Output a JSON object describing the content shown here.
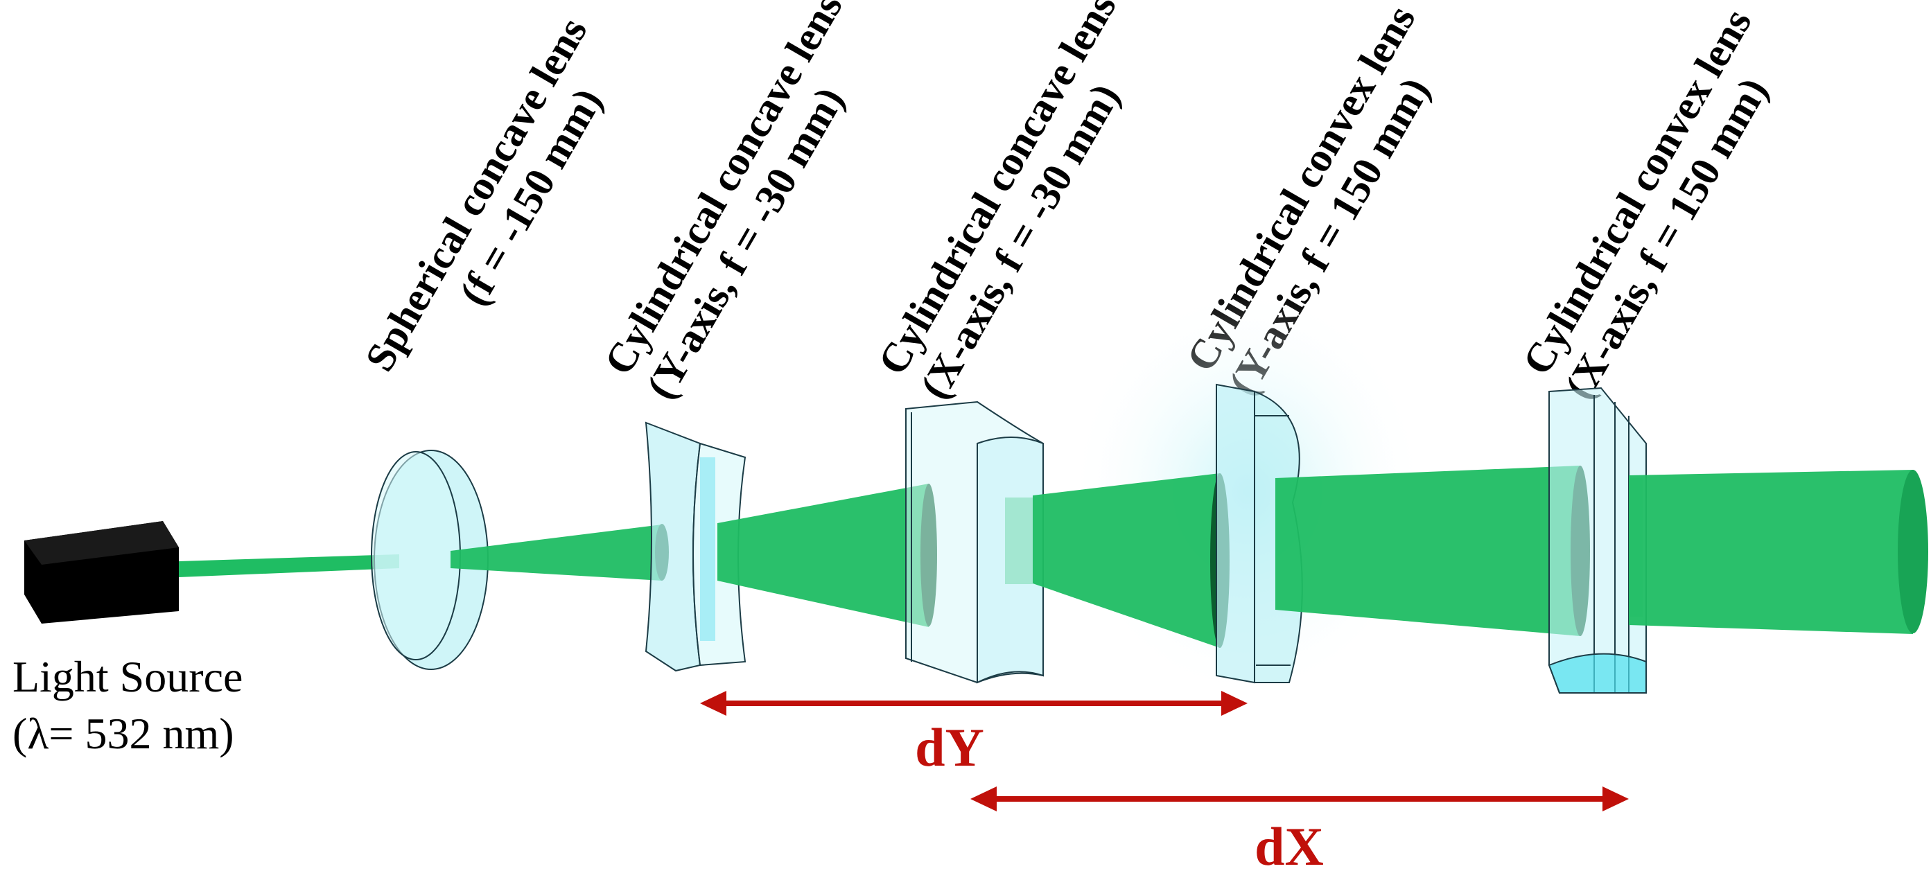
{
  "colors": {
    "beam": "#1fbd63",
    "beam_dark": "#0f8a44",
    "beam_edge": "#0b5e2e",
    "lens_fill": "#bff1f6",
    "lens_edge": "#1c3c46",
    "arrow": "#c0100a",
    "source": "#000000"
  },
  "light_source": {
    "name": "Light Source",
    "wavelength": "(λ= 532 nm)"
  },
  "lenses": [
    {
      "line1": "Spherical concave lens",
      "line2": "(f = -150 mm)"
    },
    {
      "line1": "Cylindrical concave lens",
      "line2": "(Y-axis, f = -30 mm)"
    },
    {
      "line1": "Cylindrical concave lens",
      "line2": "(X-axis, f = -30 mm)"
    },
    {
      "line1": "Cylindrical convex lens",
      "line2": "(Y-axis, f = 150 mm)"
    },
    {
      "line1": "Cylindrical convex lens",
      "line2": "(X-axis, f = 150 mm)"
    }
  ],
  "distances": [
    {
      "label": "dY"
    },
    {
      "label": "dX"
    }
  ]
}
